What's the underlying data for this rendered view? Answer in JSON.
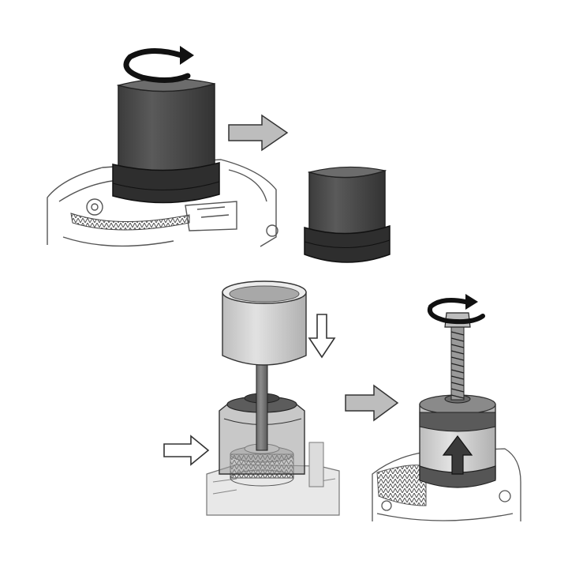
{
  "colors": {
    "background": "#ffffff",
    "tool_dark": "#4a4a4a",
    "tool_shade": "#3a3a3a",
    "tool_base": "#2e2e2e",
    "tool_light": "#cfcfcf",
    "gear_line": "#555555",
    "arrow_fill": "#bdbdbd",
    "arrow_stroke": "#333333"
  },
  "icons": {
    "rotate": "rotate-arrow-icon",
    "next": "step-arrow-icon",
    "down": "down-arrow-icon",
    "right": "right-arrow-icon",
    "up": "up-arrow-icon"
  },
  "steps": [
    {
      "id": "step-1",
      "action": "rotate-sleeve"
    },
    {
      "id": "step-2",
      "action": "removed-sleeve"
    },
    {
      "id": "step-3",
      "action": "press-bushing-down"
    },
    {
      "id": "step-4",
      "action": "pull-with-bolt"
    }
  ]
}
